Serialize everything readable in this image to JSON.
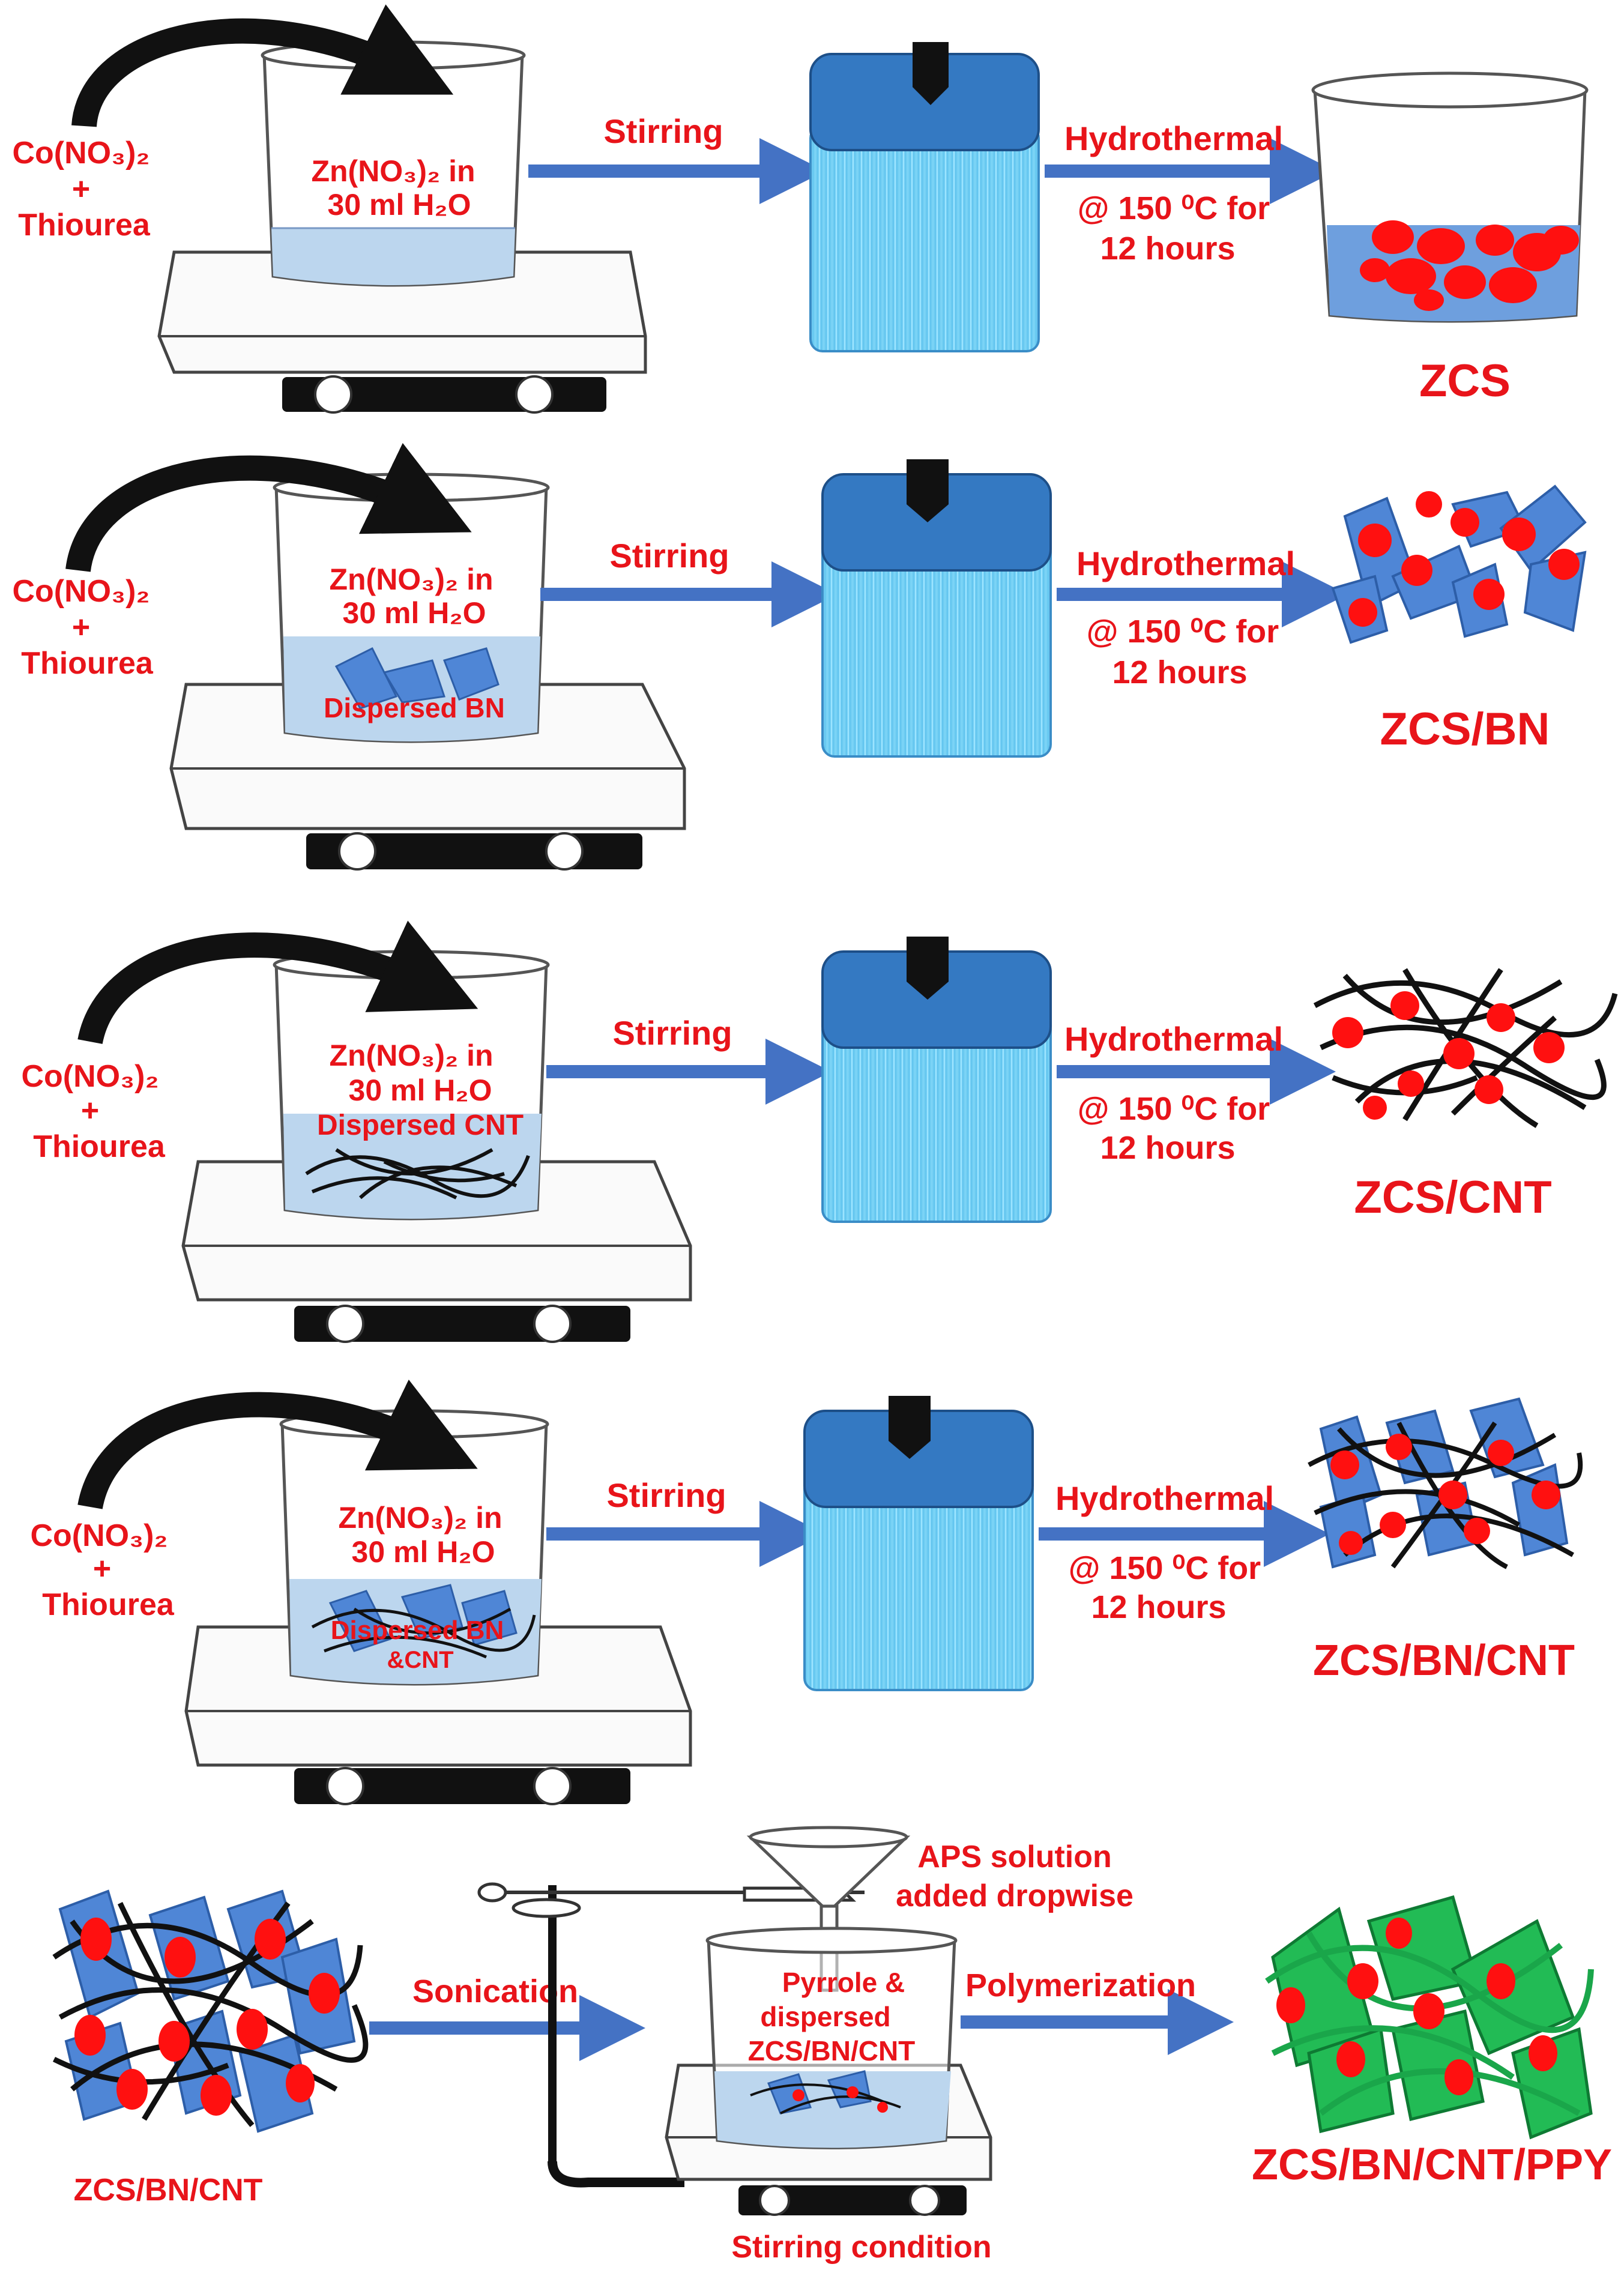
{
  "colors": {
    "label": "#e8141a",
    "arrow": "#4472c4",
    "vessel_body": "#5fc6f0",
    "vessel_lid": "#2e6fb8",
    "particle": "#ff0000",
    "bn_sheet": "#4f86d6",
    "cnt": "#111111",
    "ppy": "#22bb55"
  },
  "rows": [
    {
      "reagent_1": "Co(NO₃)₂",
      "reagent_plus": "+",
      "reagent_2": "Thiourea",
      "beaker_line_1": "Zn(NO₃)₂ in",
      "beaker_line_2": "30 ml H₂O",
      "beaker_line_3": "",
      "beaker_line_4": "",
      "step_1": "Stirring",
      "step_2": "Hydrothermal",
      "condition_1": "@ 150 ⁰C for",
      "condition_2": "12 hours",
      "product": "ZCS"
    },
    {
      "reagent_1": "Co(NO₃)₂",
      "reagent_plus": "+",
      "reagent_2": "Thiourea",
      "beaker_line_1": "Zn(NO₃)₂ in",
      "beaker_line_2": "30 ml H₂O",
      "beaker_line_3": "Dispersed  BN",
      "beaker_line_4": "",
      "step_1": "Stirring",
      "step_2": "Hydrothermal",
      "condition_1": "@ 150 ⁰C for",
      "condition_2": "12 hours",
      "product": "ZCS/BN"
    },
    {
      "reagent_1": "Co(NO₃)₂",
      "reagent_plus": "+",
      "reagent_2": "Thiourea",
      "beaker_line_1": "Zn(NO₃)₂ in",
      "beaker_line_2": "30 ml H₂O",
      "beaker_line_3": "Dispersed  CNT",
      "beaker_line_4": "",
      "step_1": "Stirring",
      "step_2": "Hydrothermal",
      "condition_1": "@ 150 ⁰C for",
      "condition_2": "12 hours",
      "product": "ZCS/CNT"
    },
    {
      "reagent_1": "Co(NO₃)₂",
      "reagent_plus": "+",
      "reagent_2": "Thiourea",
      "beaker_line_1": "Zn(NO₃)₂ in",
      "beaker_line_2": "30 ml H₂O",
      "beaker_line_3": "Dispersed  BN",
      "beaker_line_4": "&CNT",
      "step_1": "Stirring",
      "step_2": "Hydrothermal",
      "condition_1": "@ 150 ⁰C for",
      "condition_2": "12 hours",
      "product": "ZCS/BN/CNT"
    }
  ],
  "final": {
    "input": "ZCS/BN/CNT",
    "step_1": "Sonication",
    "beaker_line_1": "Pyrrole &",
    "beaker_line_2": "dispersed",
    "beaker_line_3": "ZCS/BN/CNT",
    "funnel_line_1": "APS solution",
    "funnel_line_2": "added dropwise",
    "step_2": "Polymerization",
    "condition": "Stirring condition",
    "product": "ZCS/BN/CNT/PPY"
  }
}
